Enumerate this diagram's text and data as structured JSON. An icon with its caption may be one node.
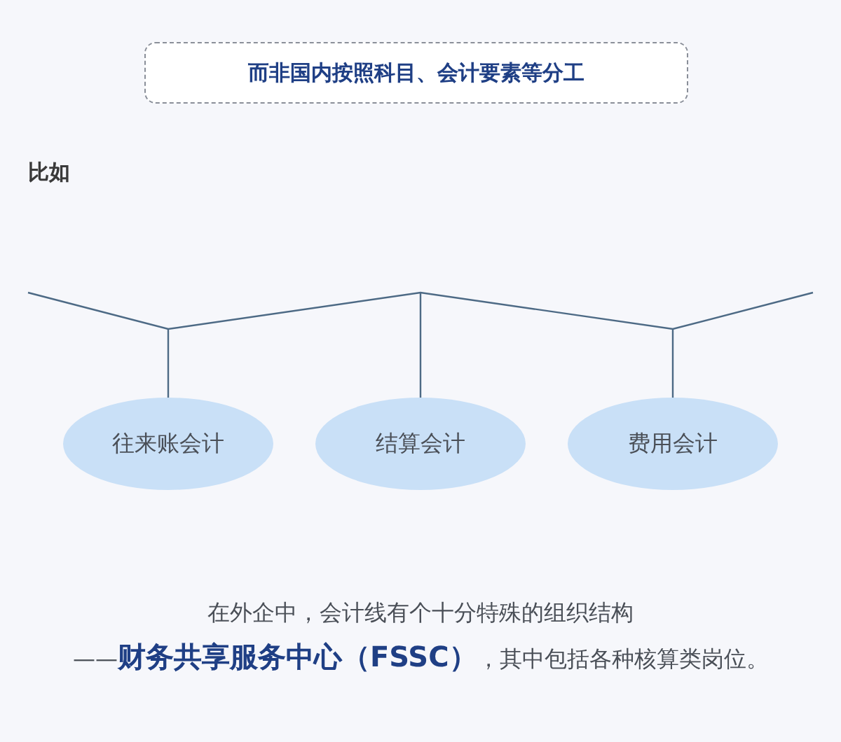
{
  "diagram": {
    "nodes": [
      {
        "text": [
          "而非国内按照科目、会计要素等分工"
        ]
      },
      {
        "text": [
          "往来账会计"
        ]
      },
      {
        "text": [
          "结算会计"
        ]
      },
      {
        "text": [
          "费用会计"
        ]
      }
    ],
    "edges": [
      {
        "from": null,
        "to": 1,
        "arrow": "none"
      },
      {
        "from": null,
        "to": 2,
        "arrow": "none"
      },
      {
        "from": null,
        "to": 3,
        "arrow": "none"
      }
    ],
    "labels": [
      "比如",
      "在外企中，会计线有个十分特殊的组织结构",
      "——**财务共享服务中心（FSSC）**，其中包括各种核算类岗位。"
    ]
  }
}
